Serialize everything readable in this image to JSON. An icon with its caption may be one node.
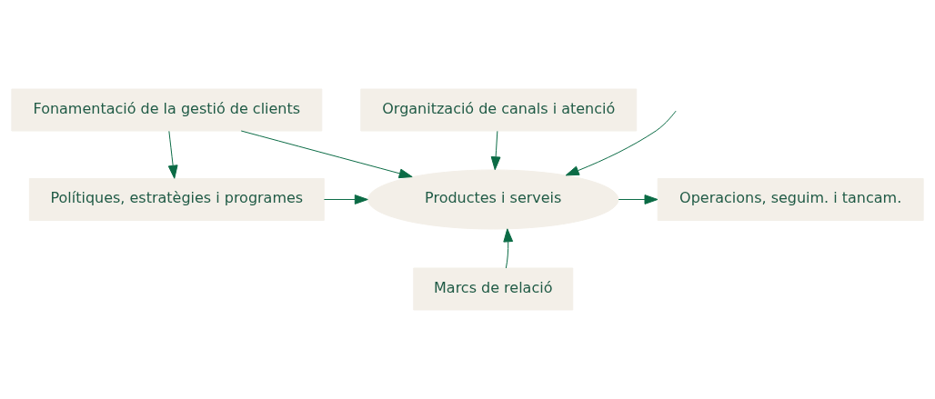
{
  "diagram": {
    "nodes": [
      {
        "text": [
          "Fonamentació de la gestió de clients"
        ]
      },
      {
        "text": [
          "Organització de canals i atenció"
        ]
      },
      {
        "text": [
          "Polítiques, estratègies i programes"
        ]
      },
      {
        "text": [
          "Productes i serveis"
        ]
      },
      {
        "text": [
          "Operacions, seguim. i tancam."
        ]
      },
      {
        "text": [
          "Marcs de relació"
        ]
      }
    ],
    "edges": [
      {
        "from": 0,
        "to": 2,
        "arrow": "to"
      },
      {
        "from": 1,
        "to": 3,
        "arrow": "to"
      },
      {
        "from": 0,
        "to": 3,
        "arrow": "to"
      },
      {
        "from": 2,
        "to": 3,
        "arrow": "to"
      },
      {
        "from": null,
        "to": 3,
        "arrow": "to"
      },
      {
        "from": 3,
        "to": 4,
        "arrow": "to"
      },
      {
        "from": 5,
        "to": 3,
        "arrow": "to"
      }
    ]
  }
}
